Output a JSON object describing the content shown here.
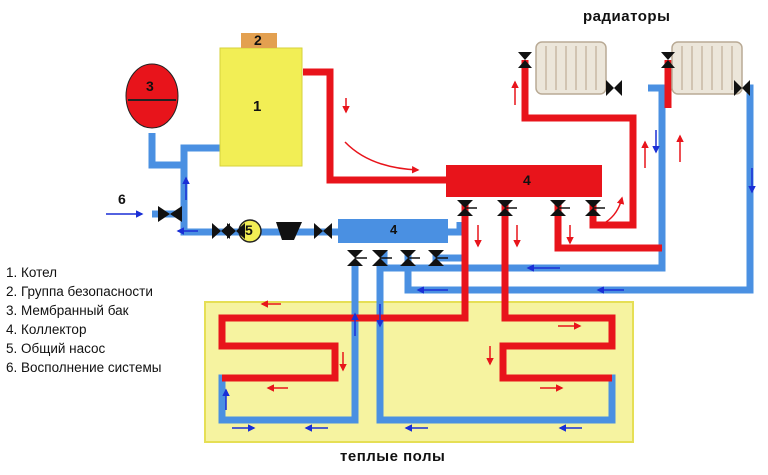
{
  "labels": {
    "radiators": "радиаторы",
    "floors": "теплые полы",
    "boiler": "1",
    "safety_group": "2",
    "expansion_tank": "3",
    "collector_supply": "4",
    "collector_return": "4",
    "pump": "5",
    "make_up": "6"
  },
  "legend": [
    "1. Котел",
    "2. Группа безопасности",
    "3. Мембранный бак",
    "4. Коллектор",
    "5. Общий насос",
    "6. Восполнение системы"
  ],
  "colors": {
    "hot": "#e8141b",
    "cold": "#4a90e2",
    "arrow_hot": "#e8141b",
    "arrow_cold": "#1a2fd6",
    "boiler": "#f2ee55",
    "floor_zone": "#f6f3a0",
    "tank": "#e8141b",
    "safety_group": "#e3a050"
  }
}
